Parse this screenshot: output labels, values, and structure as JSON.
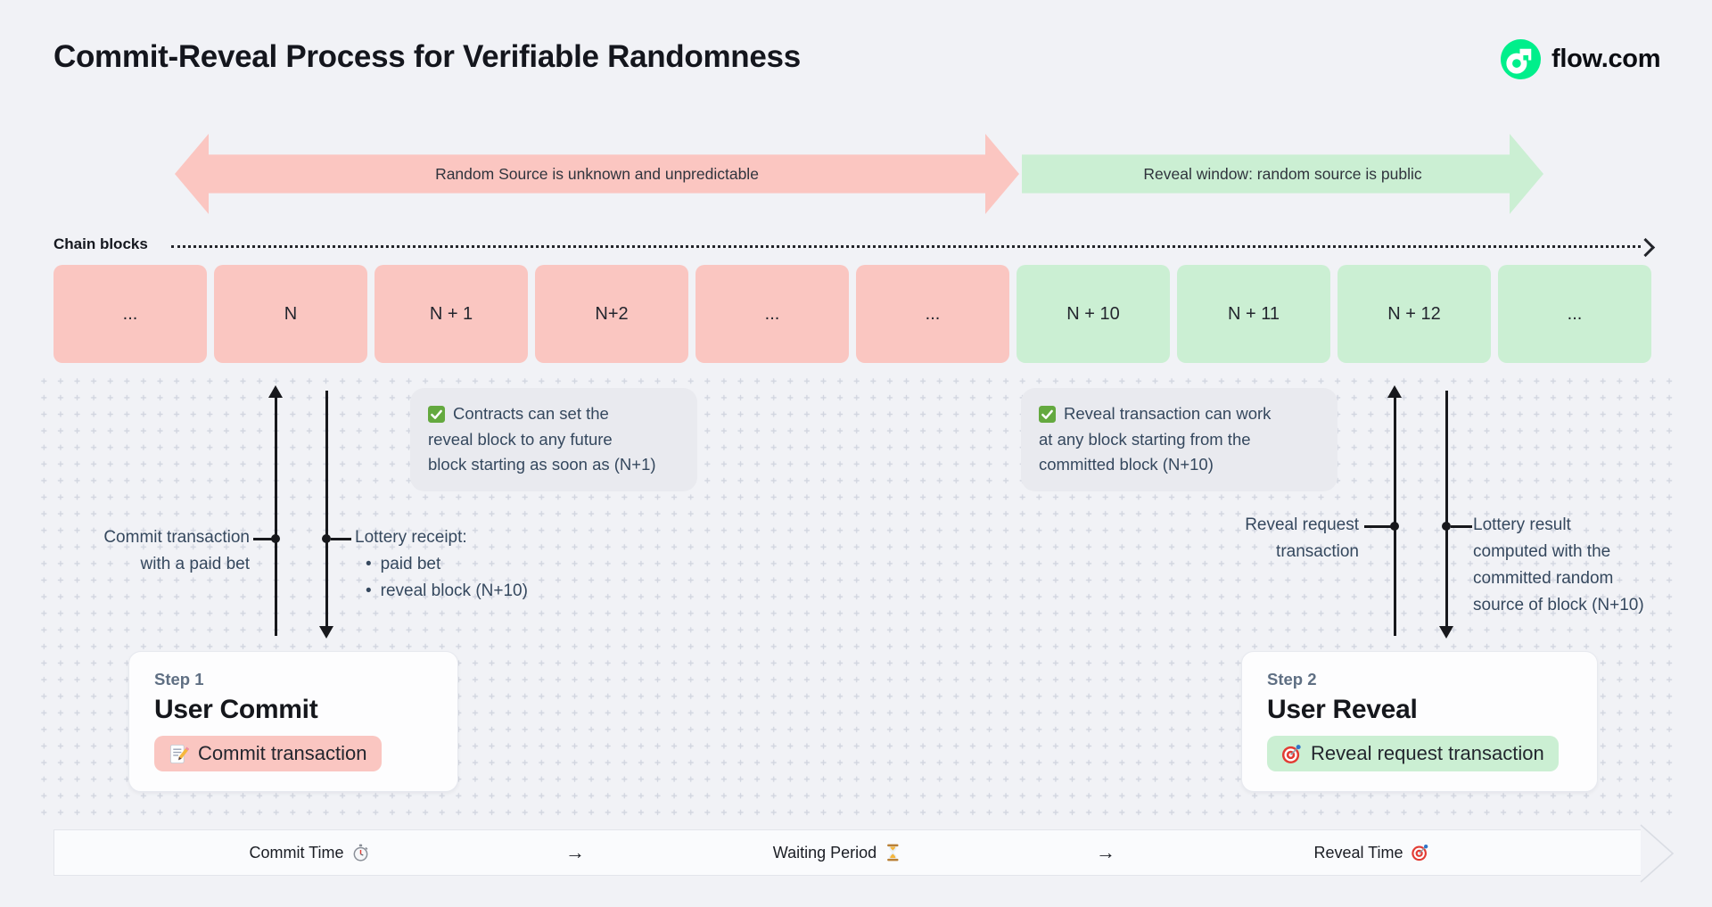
{
  "page": {
    "title": "Commit-Reveal Process for Verifiable Randomness"
  },
  "brand": {
    "label": "flow.com",
    "logo_color": "#00EF8B"
  },
  "colors": {
    "background": "#F1F2F6",
    "commit_pink": "#FAC6C1",
    "reveal_green": "#CBEFD3",
    "callout_bg": "#E9EAEF",
    "annotation_text": "#35485E",
    "arrow_black": "#17181C"
  },
  "phase_arrows": {
    "commit": {
      "label": "Random Source is unknown and unpredictable"
    },
    "reveal": {
      "label": "Reveal window: random source is public"
    }
  },
  "chain": {
    "label": "Chain blocks",
    "blocks": [
      "...",
      "N",
      "N + 1",
      "N+2",
      "...",
      "...",
      "N + 10",
      "N + 11",
      "N + 12",
      "..."
    ]
  },
  "callouts": {
    "commit": {
      "icon": "check-icon",
      "lines": [
        "Contracts can set the",
        "reveal block to any future",
        "block starting as soon as (N+1)"
      ]
    },
    "reveal": {
      "icon": "check-icon",
      "lines": [
        "Reveal transaction can work",
        "at any block starting from the",
        "committed block (N+10)"
      ]
    }
  },
  "annotations": {
    "commit_up": [
      "Commit transaction",
      "with a paid bet"
    ],
    "commit_down": {
      "title": "Lottery receipt:",
      "bullets": [
        "paid bet",
        "reveal block (N+10)"
      ],
      "bullet_glyph": "•"
    },
    "reveal_up": [
      "Reveal request",
      "transaction"
    ],
    "reveal_down": [
      "Lottery result",
      "computed with the",
      "committed random",
      "source of block (N+10)"
    ]
  },
  "steps": {
    "step1": {
      "eyebrow": "Step 1",
      "title": "User Commit",
      "badge_icon": "memo-icon",
      "badge": "Commit transaction"
    },
    "step2": {
      "eyebrow": "Step 2",
      "title": "User Reveal",
      "badge_icon": "target-icon",
      "badge": "Reveal request transaction"
    }
  },
  "timeline": {
    "commit_label": "Commit Time",
    "commit_icon": "stopwatch-icon",
    "waiting_label": "Waiting Period",
    "waiting_icon": "hourglass-icon",
    "reveal_label": "Reveal Time",
    "reveal_icon": "target-icon",
    "arrow": "→"
  }
}
